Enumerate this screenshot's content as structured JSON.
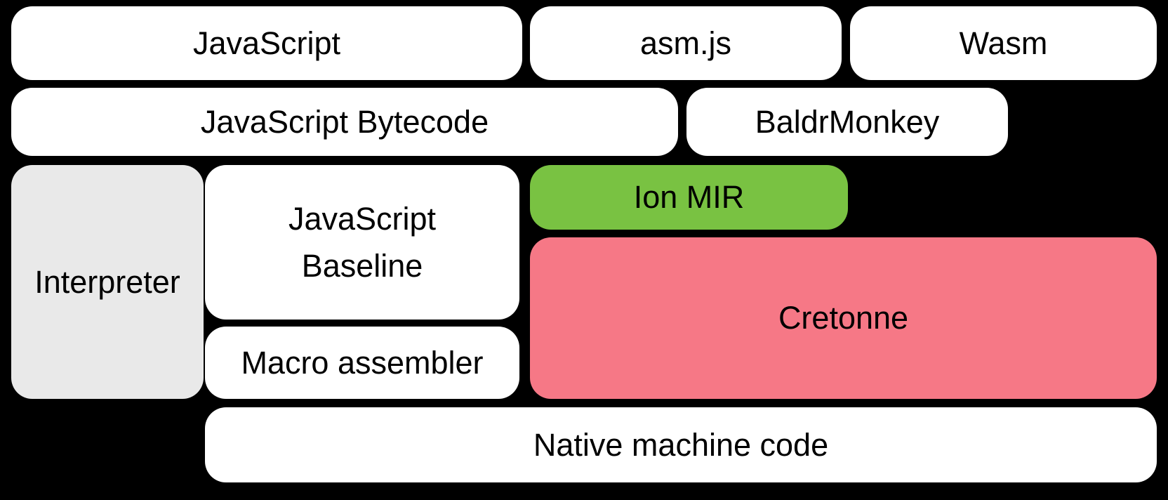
{
  "diagram": {
    "background_color": "#000000",
    "text_color": "#000000",
    "boxes": {
      "javascript": {
        "label": "JavaScript",
        "color": "#ffffff"
      },
      "asmjs": {
        "label": "asm.js",
        "color": "#ffffff"
      },
      "wasm": {
        "label": "Wasm",
        "color": "#ffffff"
      },
      "javascript_bytecode": {
        "label": "JavaScript Bytecode",
        "color": "#ffffff"
      },
      "baldrmonkey": {
        "label": "BaldrMonkey",
        "color": "#ffffff"
      },
      "interpreter": {
        "label": "Interpreter",
        "color": "#e9e9e9"
      },
      "javascript_baseline": {
        "label": "JavaScript\nBaseline",
        "color": "#ffffff"
      },
      "ion_mir": {
        "label": "Ion MIR",
        "color": "#79c242"
      },
      "cretonne": {
        "label": "Cretonne",
        "color": "#f67886"
      },
      "macro_assembler": {
        "label": "Macro assembler",
        "color": "#ffffff"
      },
      "native_machine_code": {
        "label": "Native machine code",
        "color": "#ffffff"
      }
    }
  }
}
